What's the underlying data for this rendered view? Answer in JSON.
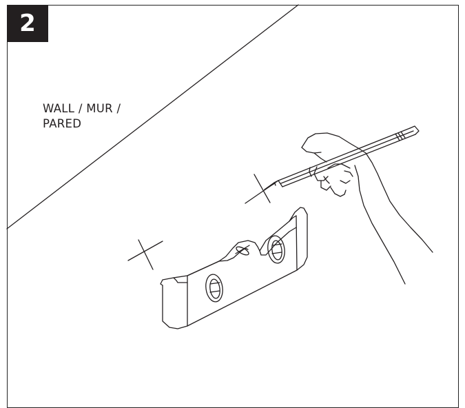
{
  "step": {
    "number": "2"
  },
  "wall_label": {
    "line1": "WALL / MUR /",
    "line2": "PARED"
  },
  "icons": [
    "level-tool-icon",
    "pencil-icon",
    "hand-icon",
    "mark-x-icon"
  ],
  "colors": {
    "ink": "#231f20",
    "badge_background": "#231f20",
    "badge_text": "#ffffff",
    "background": "#ffffff"
  }
}
